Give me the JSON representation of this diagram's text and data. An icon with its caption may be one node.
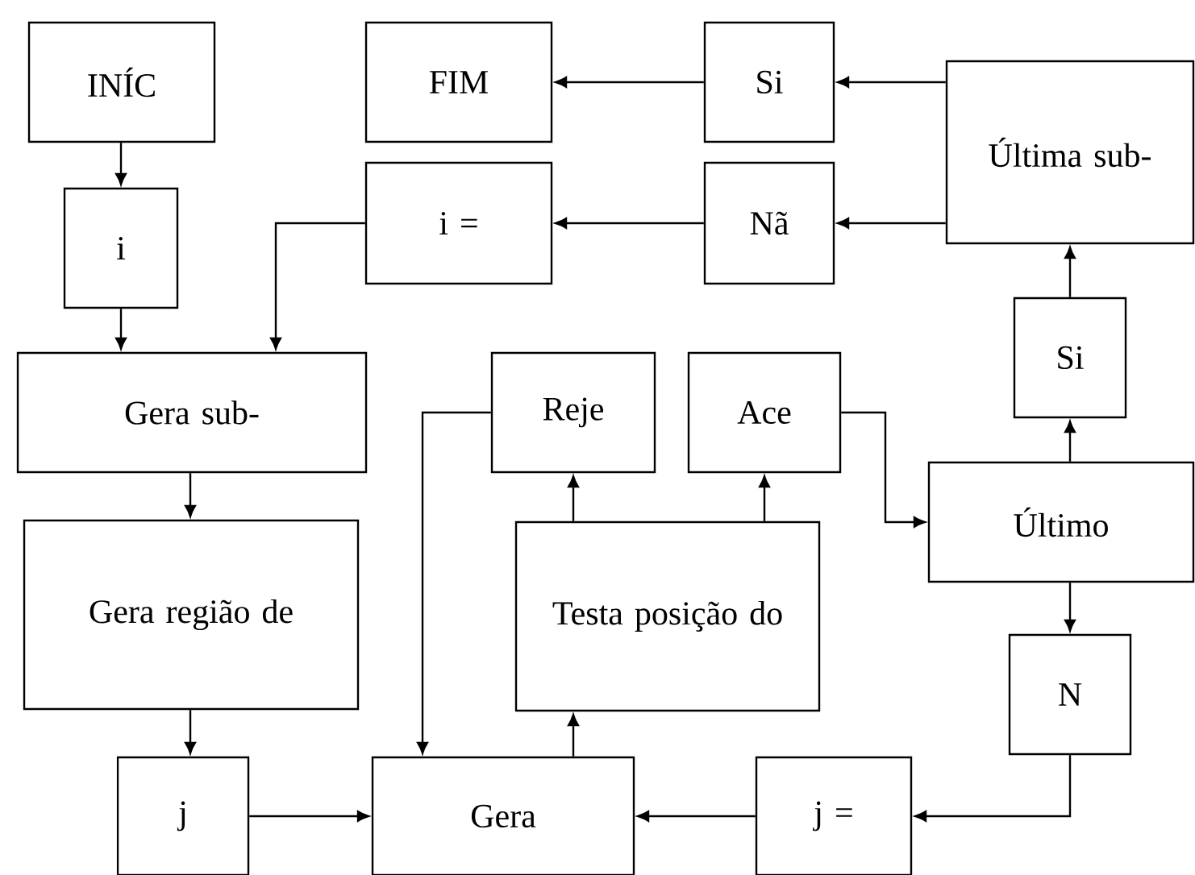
{
  "diagram": {
    "nodes": [
      {
        "text": [
          "INÍC"
        ]
      },
      {
        "text": [
          "i"
        ]
      },
      {
        "text": [
          "Gera sub-"
        ]
      },
      {
        "text": [
          "Gera região de"
        ]
      },
      {
        "text": [
          "j"
        ]
      },
      {
        "text": [
          "Gera"
        ]
      },
      {
        "text": [
          "Testa posição do"
        ]
      },
      {
        "text": [
          "Reje"
        ]
      },
      {
        "text": [
          "Ace"
        ]
      },
      {
        "text": [
          "Último"
        ]
      },
      {
        "text": [
          "N"
        ]
      },
      {
        "text": [
          "j ="
        ]
      },
      {
        "text": [
          "Si"
        ]
      },
      {
        "text": [
          "Última sub-"
        ]
      },
      {
        "text": [
          "Si"
        ]
      },
      {
        "text": [
          "Nã"
        ]
      },
      {
        "text": [
          "FIM"
        ]
      },
      {
        "text": [
          "i ="
        ]
      }
    ],
    "edges": [
      {
        "from": 0,
        "to": 1,
        "arrow": "to"
      },
      {
        "from": 1,
        "to": 2,
        "arrow": "to"
      },
      {
        "from": 17,
        "to": 2,
        "arrow": "to"
      },
      {
        "from": 2,
        "to": 3,
        "arrow": "to"
      },
      {
        "from": 3,
        "to": 4,
        "arrow": "to"
      },
      {
        "from": 4,
        "to": 5,
        "arrow": "to"
      },
      {
        "from": 11,
        "to": 5,
        "arrow": "to"
      },
      {
        "from": 10,
        "to": 11,
        "arrow": "to"
      },
      {
        "from": 5,
        "to": 6,
        "arrow": "to"
      },
      {
        "from": 6,
        "to": 7,
        "arrow": "to"
      },
      {
        "from": 6,
        "to": 8,
        "arrow": "to"
      },
      {
        "from": 7,
        "to": 5,
        "arrow": "to"
      },
      {
        "from": 8,
        "to": 9,
        "arrow": "to"
      },
      {
        "from": 9,
        "to": 10,
        "arrow": "to"
      },
      {
        "from": 9,
        "to": 12,
        "arrow": "to"
      },
      {
        "from": 12,
        "to": 13,
        "arrow": "to"
      },
      {
        "from": 13,
        "to": 14,
        "arrow": "to"
      },
      {
        "from": 13,
        "to": 15,
        "arrow": "to"
      },
      {
        "from": 14,
        "to": 16,
        "arrow": "to"
      },
      {
        "from": 15,
        "to": 17,
        "arrow": "to"
      }
    ]
  }
}
